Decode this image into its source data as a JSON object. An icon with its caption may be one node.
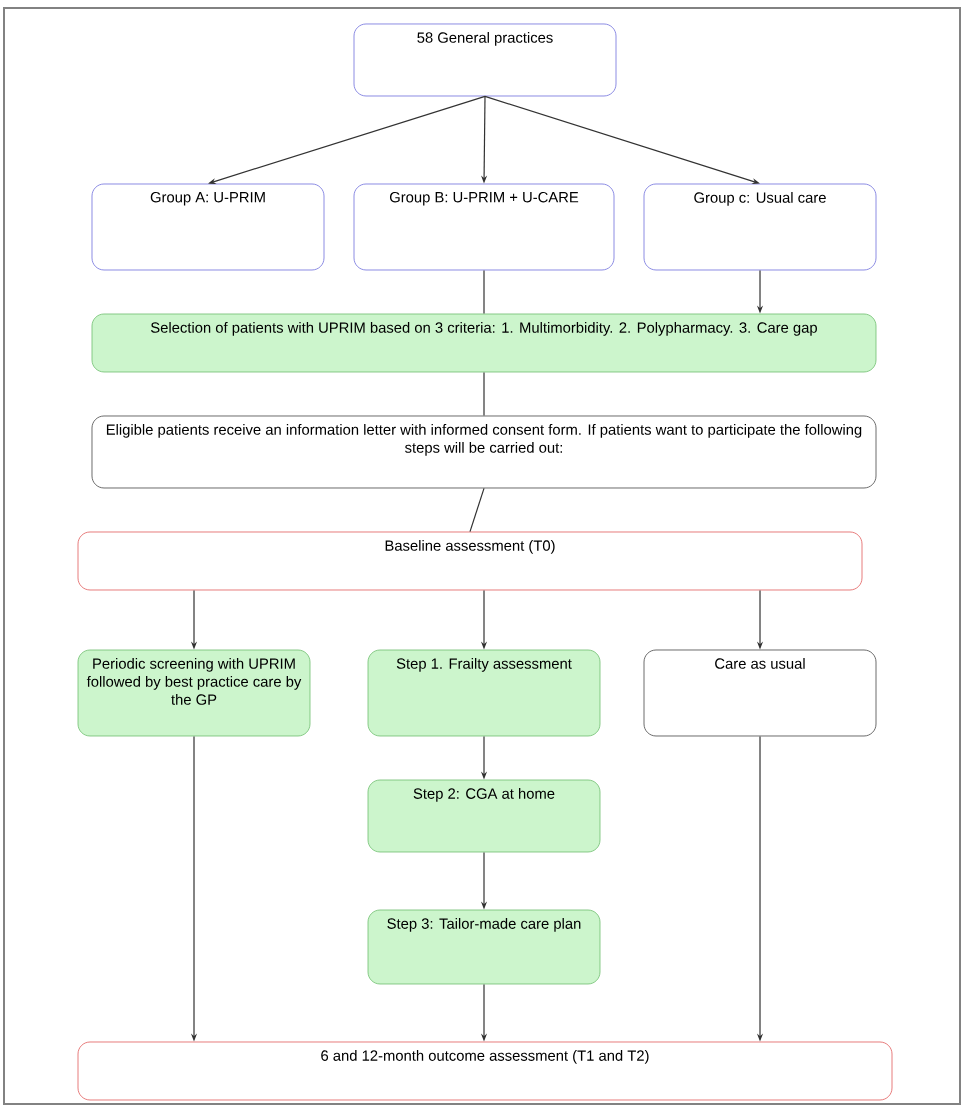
{
  "diagram": {
    "nodes": [
      {
        "text": [
          "58 General practices"
        ]
      },
      {
        "text": [
          "Group A: U-PRIM"
        ]
      },
      {
        "text": [
          "Group B: U-PRIM + U-CARE"
        ]
      },
      {
        "text": [
          "Group c: Usual care"
        ]
      },
      {
        "text": [
          "Selection of patients with UPRIM based on 3 criteria: 1. Multimorbidity. 2. Polypharmacy. 3. Care gap"
        ]
      },
      {
        "text": [
          "Eligible patients receive an information letter with informed consent form. If patients want to participate the following steps will be carried out:"
        ]
      },
      {
        "text": [
          "Baseline assessment (T0)"
        ]
      },
      {
        "text": [
          "Periodic screening with UPRIM followed by best practice care by the GP"
        ]
      },
      {
        "text": [
          "Step 1. Frailty assessment"
        ]
      },
      {
        "text": [
          "Care as usual"
        ]
      },
      {
        "text": [
          "Step 2: CGA at home"
        ]
      },
      {
        "text": [
          "Step 3: Tailor-made care plan"
        ]
      },
      {
        "text": [
          "6  and 12-month outcome assessment (T1 and T2)"
        ]
      }
    ],
    "edges": [
      {
        "from": 0,
        "to": 1,
        "arrow": "to"
      },
      {
        "from": 0,
        "to": 2,
        "arrow": "to"
      },
      {
        "from": 0,
        "to": 3,
        "arrow": "to"
      },
      {
        "from": 2,
        "to": 4,
        "arrow": "none"
      },
      {
        "from": 3,
        "to": 4,
        "arrow": "to"
      },
      {
        "from": 4,
        "to": 5,
        "arrow": "none"
      },
      {
        "from": 5,
        "to": 6,
        "arrow": "none"
      },
      {
        "from": 6,
        "to": 7,
        "arrow": "to"
      },
      {
        "from": 6,
        "to": 8,
        "arrow": "to"
      },
      {
        "from": 6,
        "to": 9,
        "arrow": "to"
      },
      {
        "from": 8,
        "to": 10,
        "arrow": "to"
      },
      {
        "from": 10,
        "to": 11,
        "arrow": "to"
      },
      {
        "from": 7,
        "to": 12,
        "arrow": "to"
      },
      {
        "from": 11,
        "to": 12,
        "arrow": "to"
      },
      {
        "from": 9,
        "to": 12,
        "arrow": "to"
      }
    ]
  }
}
